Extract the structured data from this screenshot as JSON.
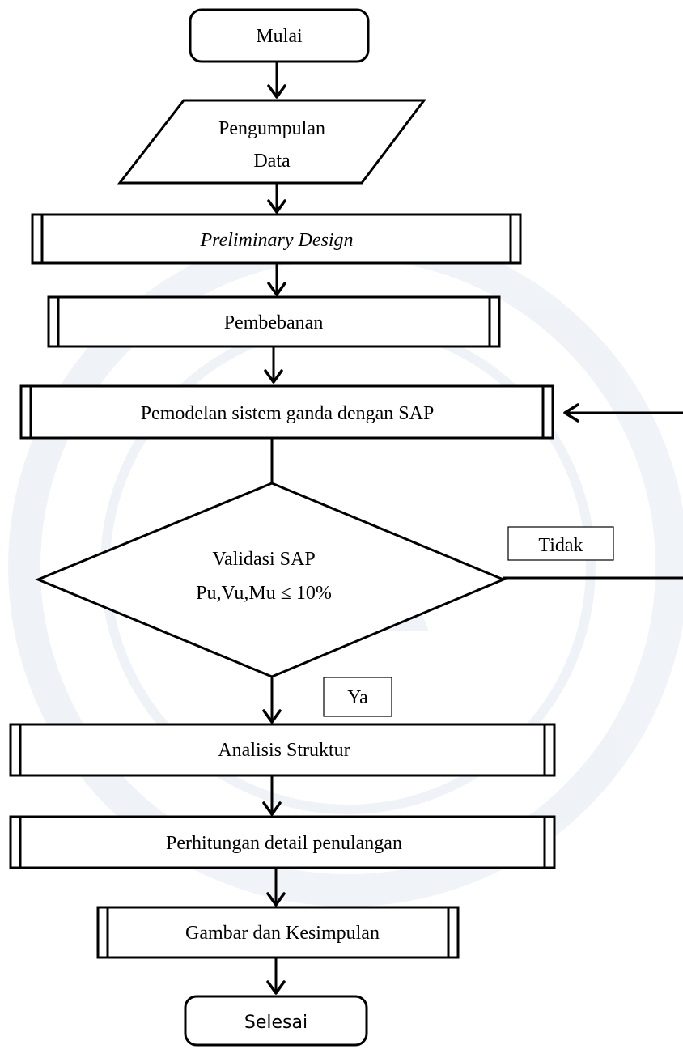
{
  "flowchart": {
    "start": "Mulai",
    "data_collection_line1": "Pengumpulan",
    "data_collection_line2": "Data",
    "preliminary_design": "Preliminary Design",
    "loading": "Pembebanan",
    "modeling": "Pemodelan sistem ganda dengan SAP",
    "validation_line1": "Validasi SAP",
    "validation_line2": "Pu,Vu,Mu ≤ 10%",
    "label_no": "Tidak",
    "label_yes": "Ya",
    "structural_analysis": "Analisis Struktur",
    "reinforcement_calc": "Perhitungan detail penulangan",
    "drawing_conclusion": "Gambar dan Kesimpulan",
    "end": "Selesai"
  }
}
